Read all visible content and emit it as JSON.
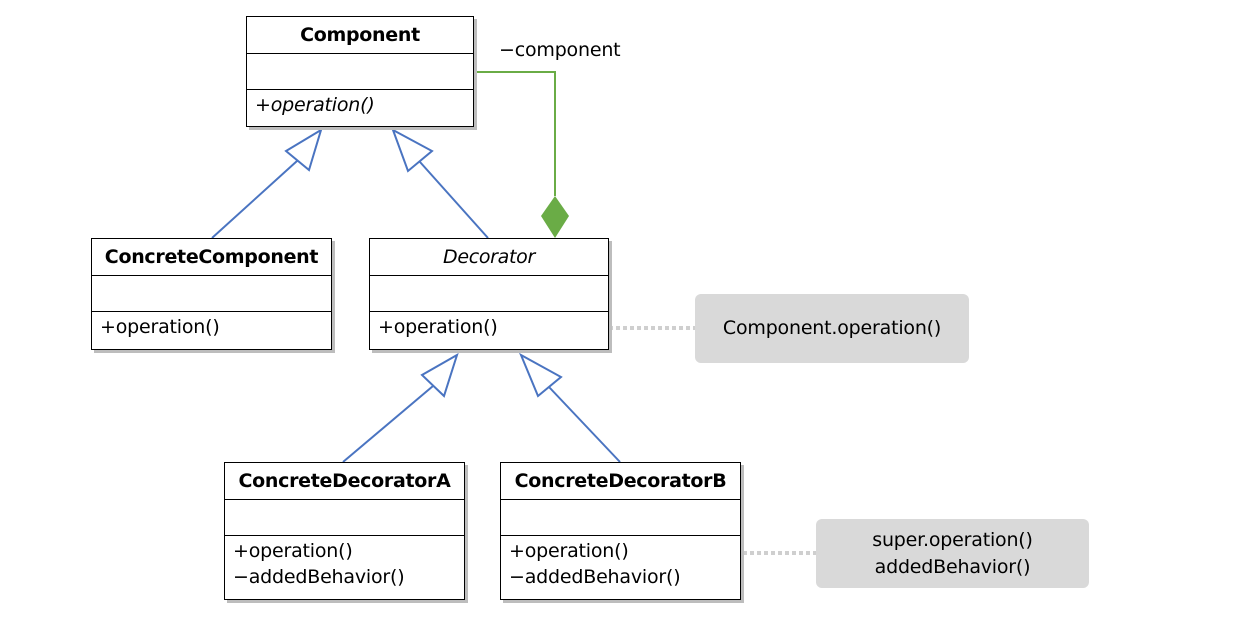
{
  "classes": {
    "component": {
      "name": "Component",
      "operations": [
        "+operation()"
      ]
    },
    "concrete_component": {
      "name": "ConcreteComponent",
      "operations": [
        "+operation()"
      ]
    },
    "decorator": {
      "name": "Decorator",
      "operations": [
        "+operation()"
      ]
    },
    "concrete_decorator_a": {
      "name": "ConcreteDecoratorA",
      "operations": [
        "+operation()",
        "−addedBehavior()"
      ]
    },
    "concrete_decorator_b": {
      "name": "ConcreteDecoratorB",
      "operations": [
        "+operation()",
        "−addedBehavior()"
      ]
    }
  },
  "associations": {
    "aggregation_role": "−component"
  },
  "notes": {
    "decorator_note": [
      "Component.operation()"
    ],
    "decorator_b_note": [
      "super.operation()",
      "addedBehavior()"
    ]
  },
  "colors": {
    "inheritance": "#4a74c1",
    "aggregation": "#6aac46",
    "note_bg": "#d9d9d9",
    "note_connector": "#cfcfcf"
  }
}
